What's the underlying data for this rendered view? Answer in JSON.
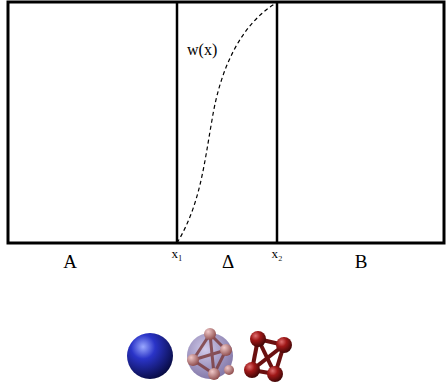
{
  "diagram": {
    "nodes": [
      {
        "text": [
          "A"
        ]
      },
      {
        "text": [
          "Δ"
        ]
      },
      {
        "text": [
          "B"
        ]
      }
    ],
    "labels": [
      "w(x)",
      "x₁",
      "x₂"
    ]
  }
}
